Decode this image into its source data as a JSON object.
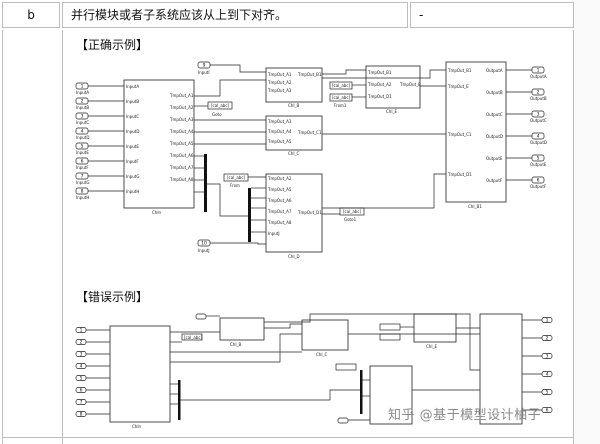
{
  "row": {
    "id": "b",
    "description": "并行模块或者子系统应该从上到下对齐。",
    "note": "-"
  },
  "sections": {
    "correct_title": "【正确示例】",
    "wrong_title": "【错误示例】"
  },
  "correct_diagram": {
    "inports": [
      {
        "num": "1",
        "label": "InputA"
      },
      {
        "num": "2",
        "label": "InputB"
      },
      {
        "num": "3",
        "label": "InputC"
      },
      {
        "num": "4",
        "label": "InputD"
      },
      {
        "num": "5",
        "label": "InputE"
      },
      {
        "num": "6",
        "label": "InputF"
      },
      {
        "num": "7",
        "label": "InputG"
      },
      {
        "num": "8",
        "label": "InputH"
      }
    ],
    "top_inport": {
      "num": "9",
      "label": "InputI"
    },
    "bottom_inport": {
      "num": "10",
      "label": "InputJ"
    },
    "chin_block": {
      "name": "ChIn",
      "inputs": [
        "InputA",
        "InputB",
        "InputC",
        "InputD",
        "InputE",
        "InputF",
        "InputG",
        "InputH"
      ],
      "outputs": [
        "TmpOut_A1",
        "TmpOut_A2",
        "TmpOut_A3",
        "TmpOut_A4",
        "TmpOut_A5",
        "TmpOut_A6",
        "TmpOut_A7",
        "TmpOut_A8"
      ]
    },
    "goto": "[cal_abc]",
    "goto_label": "Goto",
    "from": "[cal_abc]",
    "from_label": "From",
    "from1": "[cal_abc]",
    "from1_label": "From1",
    "goto1": "[cal_abc]",
    "goto1_label": "Goto1",
    "chb_block": {
      "name": "ChI_B",
      "ports": [
        "TmpOut_A1",
        "TmpOut_A2",
        "TmpOut_A3"
      ],
      "out": "TmpOut_B1"
    },
    "chc_block": {
      "name": "ChI_C",
      "ports": [
        "TmpOut_A3",
        "TmpOut_A4",
        "TmpOut_A5"
      ],
      "out": "TmpOut_C1"
    },
    "chd_block": {
      "name": "ChI_D",
      "ports": [
        "TmpOut_A2",
        "TmpOut_A5",
        "TmpOut_A6",
        "TmpOut_A7",
        "TmpOut_A8",
        "InputJ"
      ],
      "out": "TmpOut_D1"
    },
    "che_block": {
      "name": "ChI_E",
      "ports": [
        "TmpOut_B1",
        "TmpOut_A2",
        "TmpOut_D1"
      ],
      "out": "TmpOut_E"
    },
    "chf_block": {
      "name": "ChI_B1",
      "ports": [
        "TmpOut_B1",
        "TmpOut_E",
        "TmpOut_C1",
        "TmpOut_D1"
      ],
      "outputs": [
        "OutputA",
        "OutputB",
        "OutputC",
        "OutputD",
        "OutputE",
        "OutputF"
      ]
    },
    "outports": [
      {
        "num": "1",
        "label": "OutputA"
      },
      {
        "num": "2",
        "label": "OutputB"
      },
      {
        "num": "3",
        "label": "OutputC"
      },
      {
        "num": "4",
        "label": "OutputD"
      },
      {
        "num": "5",
        "label": "OutputE"
      },
      {
        "num": "6",
        "label": "OutputF"
      }
    ]
  },
  "watermark": "知乎 @基于模型设计柚子"
}
